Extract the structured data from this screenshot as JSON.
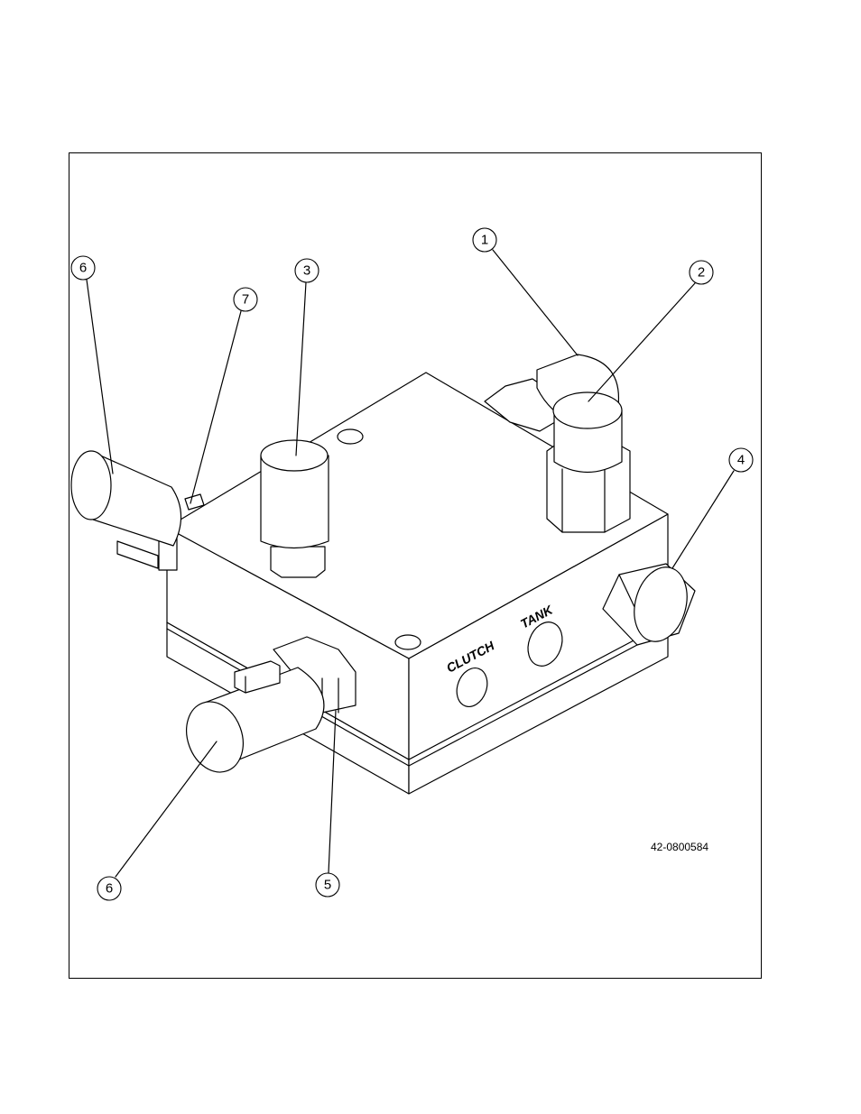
{
  "figure_id": "42-0800584",
  "port_labels": {
    "clutch": "CLUTCH",
    "tank": "TANK"
  },
  "callouts": {
    "c1": "1",
    "c2": "2",
    "c3": "3",
    "c4": "4",
    "c5": "5",
    "c6_top": "6",
    "c6_bottom": "6",
    "c7": "7"
  }
}
